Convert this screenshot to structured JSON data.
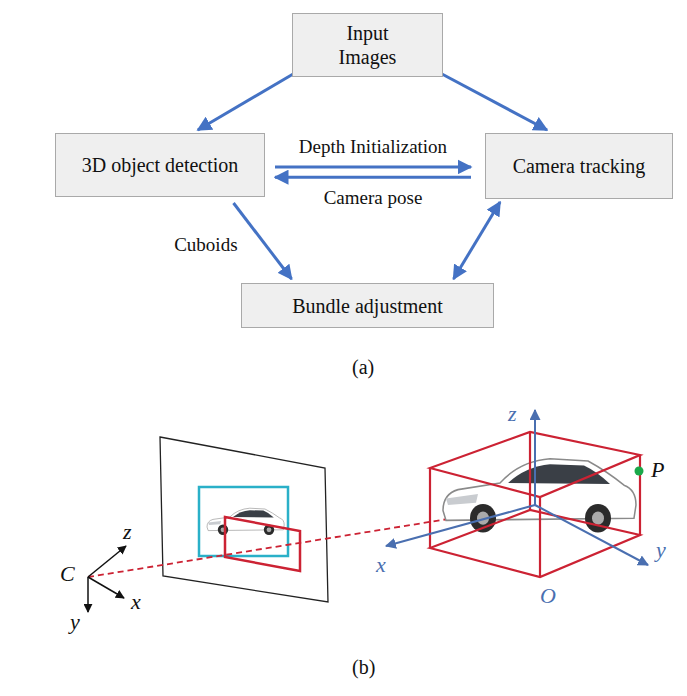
{
  "diagram": {
    "nodes": [
      {
        "text": [
          "Input Images"
        ]
      },
      {
        "text": [
          "3D object detection"
        ]
      },
      {
        "text": [
          "Camera tracking"
        ]
      },
      {
        "text": [
          "Bundle adjustment"
        ]
      }
    ],
    "edges": [
      {
        "from": 0,
        "to": 1,
        "arrow": "to"
      },
      {
        "from": 0,
        "to": 2,
        "arrow": "to"
      },
      {
        "from": 1,
        "to": 2,
        "label": "Depth Initialization",
        "arrow": "to"
      },
      {
        "from": 2,
        "to": 1,
        "label": "Camera pose",
        "arrow": "to"
      },
      {
        "from": 1,
        "to": 3,
        "label": "Cuboids",
        "arrow": "to"
      },
      {
        "from": 2,
        "to": 3,
        "arrow": "both"
      }
    ],
    "labels": [
      "(a)",
      "C",
      "z",
      "x",
      "y",
      "z",
      "x",
      "y",
      "O",
      "P",
      "(b)"
    ]
  }
}
